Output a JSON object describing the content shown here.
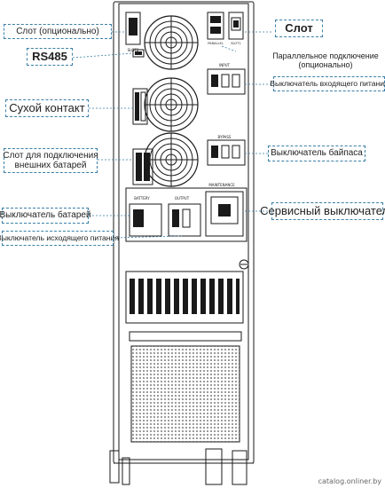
{
  "diagram": {
    "colors": {
      "line": "#1a1a1a",
      "callout_border": "#3a7fa8",
      "leader": "#3a7fa8",
      "background": "#ffffff"
    },
    "panel_labels": {
      "slot_left": "SLOT2",
      "parallel": "PARALLEL",
      "slot_right": "SLOT1",
      "input": "INPUT",
      "bypass": "BYPASS",
      "maintenance": "MAINTENANCE",
      "battery": "BATTERY",
      "output": "OUTPUT"
    },
    "callouts": {
      "slot_optional": "Слот (опционально)",
      "slot": "Слот",
      "rs485": "RS485",
      "parallel_line1": "Параллельное подключение",
      "parallel_line2": "(опционально)",
      "input_breaker": "Выключатель входящего питания",
      "dry_contact": "Сухой контакт",
      "ext_battery_line1": "Слот для подключения",
      "ext_battery_line2": "внешних батарей",
      "bypass_breaker": "Выключатель байпаса",
      "service_breaker": "Сервисный выключатель",
      "battery_breaker": "Выключатель батарей",
      "output_breaker": "Выключатель исходящего питания"
    },
    "watermark": "catalog.onliner.by"
  }
}
